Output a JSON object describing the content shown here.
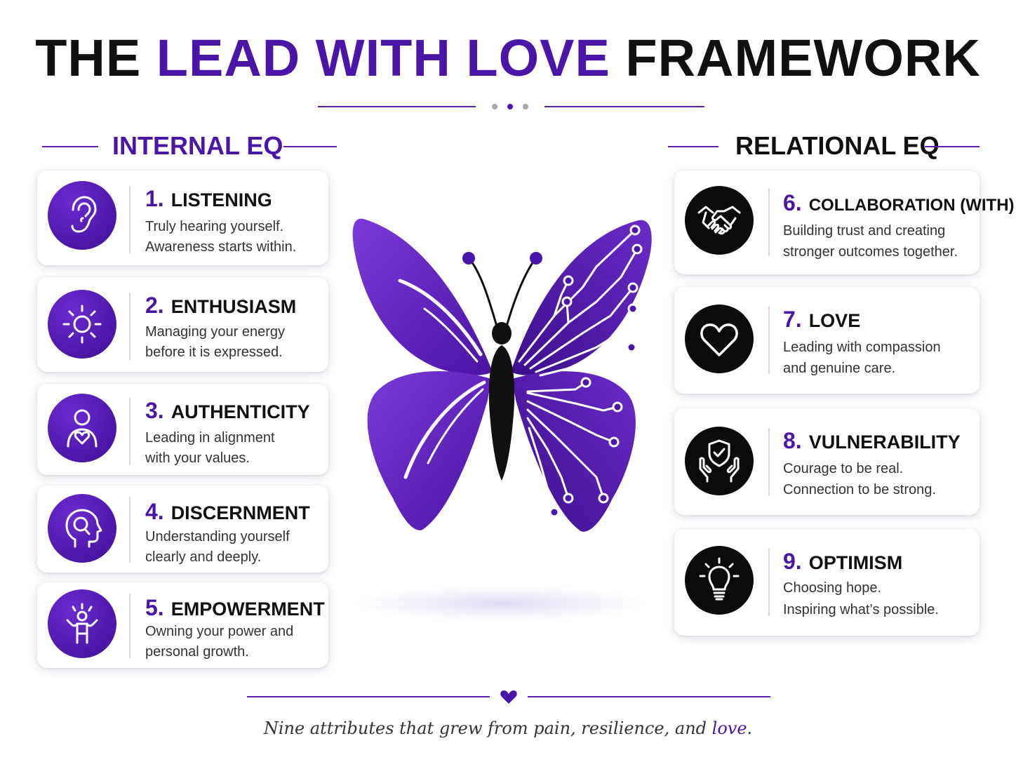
{
  "title": {
    "part1": "THE ",
    "accent": "LEAD WITH LOVE",
    "part2": " FRAMEWORK"
  },
  "colors": {
    "accent": "#4a16a8",
    "text": "#111111",
    "card_bg": "#ffffff",
    "icon_dark": "#0b0b0b"
  },
  "internal": {
    "heading": "INTERNAL EQ",
    "items": [
      {
        "num": "1.",
        "name": "LISTENING",
        "line1": "Truly hearing yourself.",
        "line2": "Awareness starts within.",
        "icon": "ear-icon"
      },
      {
        "num": "2.",
        "name": "ENTHUSIASM",
        "line1": "Managing your energy",
        "line2": "before it is expressed.",
        "icon": "sun-icon"
      },
      {
        "num": "3.",
        "name": "AUTHENTICITY",
        "line1": "Leading in alignment",
        "line2": "with your values.",
        "icon": "person-heart-icon"
      },
      {
        "num": "4.",
        "name": "DISCERNMENT",
        "line1": "Understanding yourself",
        "line2": "clearly and deeply.",
        "icon": "head-magnifier-icon"
      },
      {
        "num": "5.",
        "name": "EMPOWERMENT",
        "line1": "Owning your power and",
        "line2": "personal growth.",
        "icon": "person-raised-arms-icon"
      }
    ]
  },
  "relational": {
    "heading": "RELATIONAL EQ",
    "items": [
      {
        "num": "6.",
        "name": "COLLABORATION (WITH)",
        "line1": "Building trust and creating",
        "line2": "stronger outcomes together.",
        "icon": "handshake-icon"
      },
      {
        "num": "7.",
        "name": "LOVE",
        "line1": "Leading with compassion",
        "line2": "and genuine care.",
        "icon": "heart-icon"
      },
      {
        "num": "8.",
        "name": "VULNERABILITY",
        "line1": "Courage to be real.",
        "line2": "Connection to be strong.",
        "icon": "shield-hands-icon"
      },
      {
        "num": "9.",
        "name": "OPTIMISM",
        "line1": "Choosing hope.",
        "line2": "Inspiring what’s possible.",
        "icon": "lightbulb-icon"
      }
    ]
  },
  "footer": {
    "text": "Nine attributes that grew from pain, resilience, and ",
    "accent": "love",
    "end": "."
  }
}
